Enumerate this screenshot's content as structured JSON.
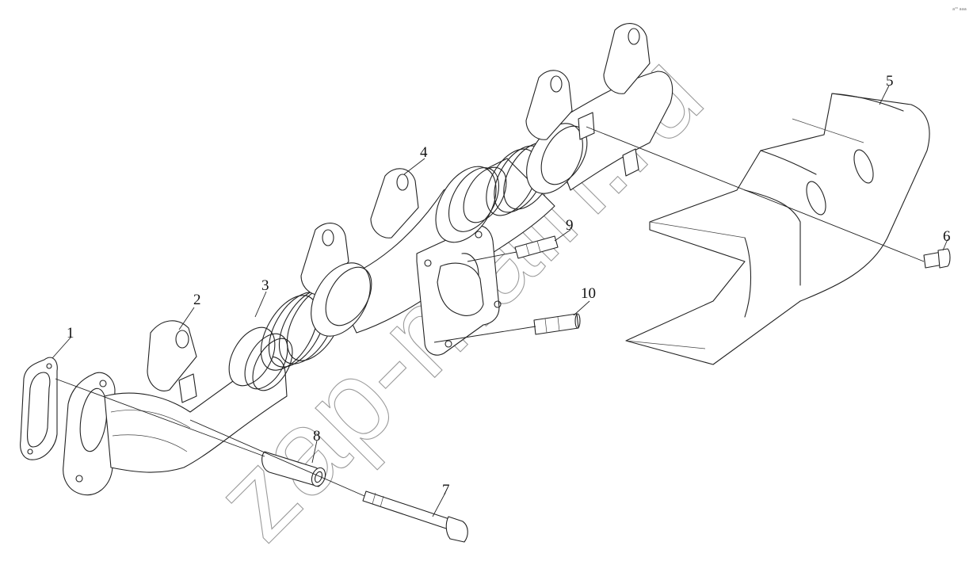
{
  "callouts": [
    {
      "id": "1",
      "text": "1"
    },
    {
      "id": "2",
      "text": "2"
    },
    {
      "id": "3",
      "text": "3"
    },
    {
      "id": "4",
      "text": "4"
    },
    {
      "id": "5",
      "text": "5"
    },
    {
      "id": "6",
      "text": "6"
    },
    {
      "id": "7",
      "text": "7"
    },
    {
      "id": "8",
      "text": "8"
    },
    {
      "id": "9",
      "text": "9"
    },
    {
      "id": "10",
      "text": "10"
    }
  ],
  "watermark": "zap-main.ru",
  "corner_code": "a²⁰ aaa"
}
